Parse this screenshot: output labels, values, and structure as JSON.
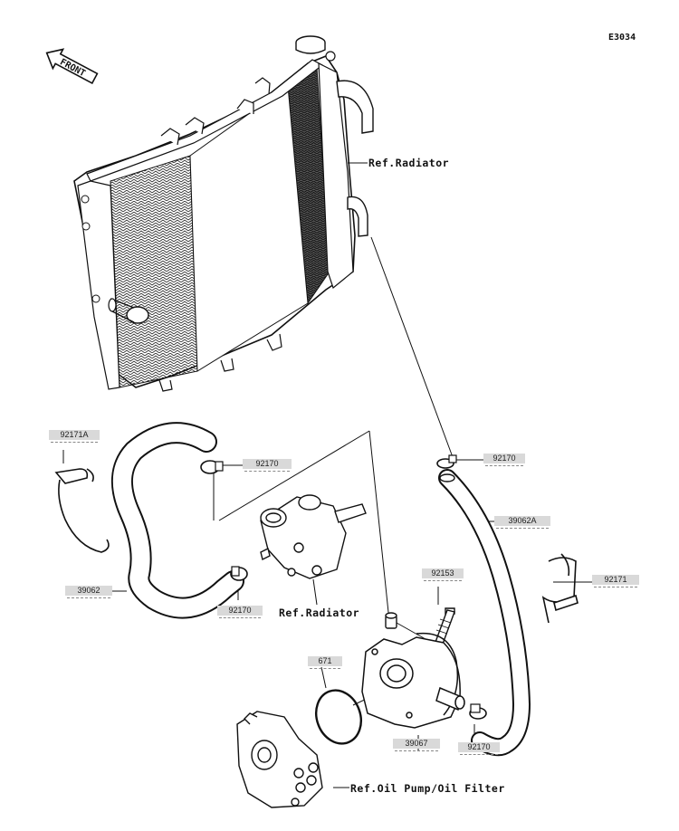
{
  "diagram_code": "E3034",
  "front_label": "FRONT",
  "references": {
    "radiator_top": "Ref.Radiator",
    "radiator_pump": "Ref.Radiator",
    "oil_pump": "Ref.Oil Pump/Oil Filter"
  },
  "parts": {
    "p92171A": "92171A",
    "p92170_upper": "92170",
    "p92170_right": "92170",
    "p39062A": "39062A",
    "p92171": "92171",
    "p39062": "39062",
    "p92170_pump": "92170",
    "p92153": "92153",
    "p671": "671",
    "p39067": "39067",
    "p92170_cooler": "92170"
  }
}
